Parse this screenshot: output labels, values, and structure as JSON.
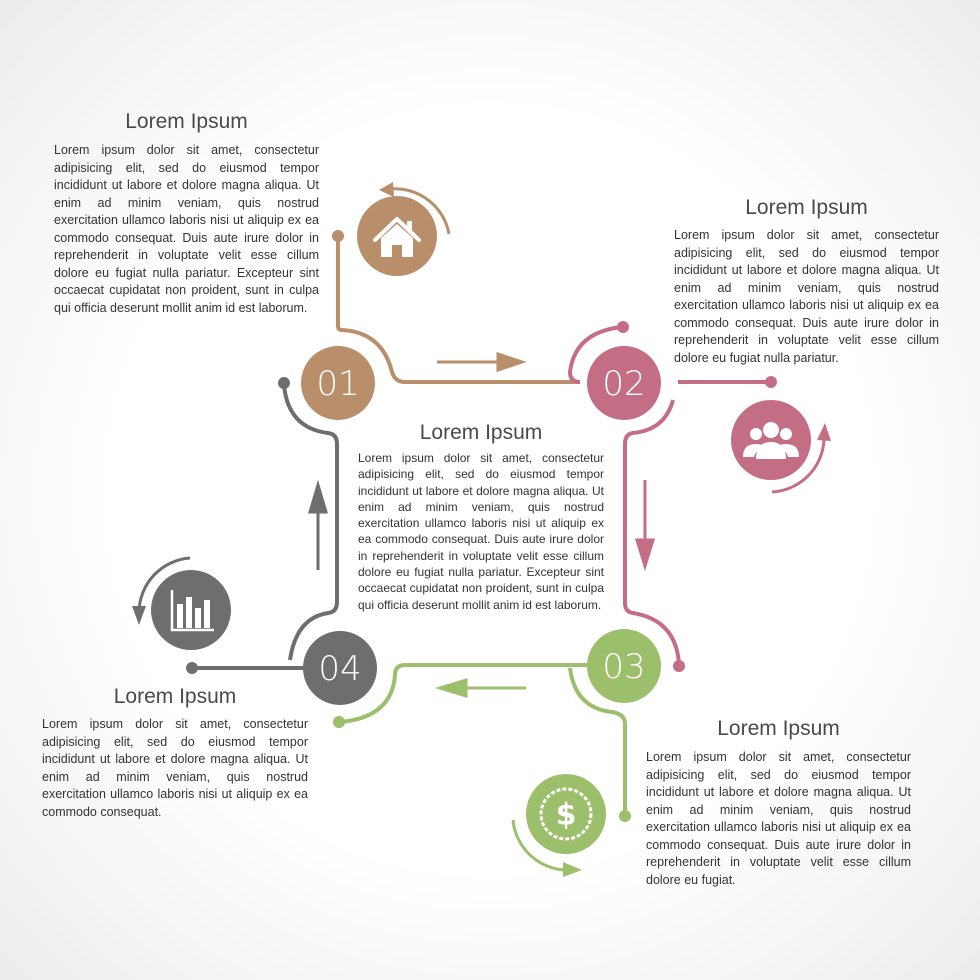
{
  "colors": {
    "step1": "#b98f6b",
    "step2": "#c46e86",
    "step3": "#9cbf6c",
    "step4": "#6e6e6e"
  },
  "steps": [
    {
      "number": "01",
      "icon": "home-icon"
    },
    {
      "number": "02",
      "icon": "team-icon"
    },
    {
      "number": "03",
      "icon": "dollar-icon"
    },
    {
      "number": "04",
      "icon": "bar-chart-icon"
    }
  ],
  "blocks": {
    "top_left": {
      "title": "Lorem Ipsum",
      "text": "Lorem ipsum dolor sit amet, consectetur adipisicing elit, sed do eiusmod tempor incididunt ut labore et dolore magna aliqua. Ut enim ad minim veniam, quis nostrud exercitation ullamco laboris nisi ut aliquip ex ea commodo consequat. Duis aute irure dolor in reprehenderit in voluptate velit esse cillum dolore eu fugiat nulla pariatur. Excepteur sint occaecat cupidatat non proident, sunt in culpa qui officia deserunt mollit anim id est laborum."
    },
    "top_right": {
      "title": "Lorem Ipsum",
      "text": "Lorem ipsum dolor sit amet, consectetur adipisicing elit, sed do eiusmod tempor incididunt ut labore et dolore magna aliqua. Ut enim ad minim veniam, quis nostrud exercitation ullamco laboris nisi ut aliquip ex ea commodo consequat. Duis aute irure dolor in reprehenderit in voluptate velit esse cillum dolore eu fugiat nulla pariatur."
    },
    "center": {
      "title": "Lorem Ipsum",
      "text": "Lorem ipsum dolor sit amet, consectetur adipisicing elit, sed do eiusmod tempor incididunt ut labore et dolore magna aliqua. Ut enim ad minim veniam, quis nostrud exercitation ullamco laboris nisi ut aliquip ex ea commodo consequat. Duis aute irure dolor in reprehenderit in voluptate velit esse cillum dolore eu fugiat nulla pariatur. Excepteur sint occaecat cupidatat non proident, sunt in culpa qui officia deserunt mollit anim id est laborum."
    },
    "bottom_left": {
      "title": "Lorem Ipsum",
      "text": "Lorem ipsum dolor sit amet, consectetur adipisicing elit, sed do eiusmod tempor incididunt ut labore et dolore magna aliqua. Ut enim ad minim veniam, quis nostrud exercitation ullamco laboris nisi ut aliquip ex ea commodo consequat."
    },
    "bottom_right": {
      "title": "Lorem Ipsum",
      "text": "Lorem ipsum dolor sit amet, consectetur adipisicing elit, sed do eiusmod tempor incididunt ut labore et dolore magna aliqua. Ut enim ad minim veniam, quis nostrud exercitation ullamco laboris nisi ut aliquip ex ea commodo consequat. Duis aute irure dolor in reprehenderit in voluptate velit esse cillum dolore eu fugiat."
    }
  }
}
